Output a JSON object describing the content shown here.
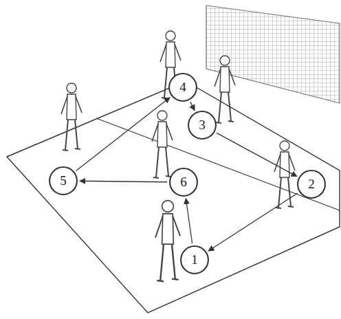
{
  "diagram": {
    "nodes": [
      {
        "text": [
          "4"
        ]
      },
      {
        "text": [
          "3"
        ]
      },
      {
        "text": [
          "5"
        ]
      },
      {
        "text": [
          "6"
        ]
      },
      {
        "text": [
          "2"
        ]
      },
      {
        "text": [
          "1"
        ]
      }
    ],
    "edges": [
      {
        "from": 0,
        "to": 1,
        "arrow": "to"
      },
      {
        "from": 1,
        "to": 4,
        "arrow": "to"
      },
      {
        "from": 4,
        "to": 5,
        "arrow": "to"
      },
      {
        "from": 5,
        "to": 3,
        "arrow": "to"
      },
      {
        "from": 3,
        "to": 2,
        "arrow": "to"
      },
      {
        "from": 2,
        "to": 0,
        "arrow": "to"
      }
    ]
  }
}
